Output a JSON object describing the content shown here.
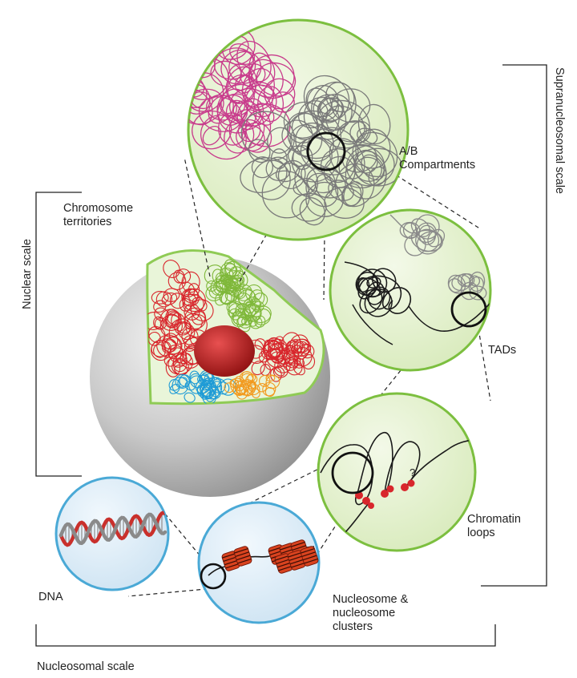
{
  "labels": {
    "ab_compartments": "A/B\nCompartments",
    "chromosome_territories": "Chromosome\nterritories",
    "tads": "TADs",
    "chromatin_loops": "Chromatin\nloops",
    "dna": "DNA",
    "nucleosome_clusters": "Nucleosome &\nnucleosome\nclusters",
    "question_mark": "?"
  },
  "scales": {
    "nuclear": "Nuclear scale",
    "supranucleosomal": "Supranucleosomal scale",
    "nucleosomal": "Nucleosomal scale"
  },
  "colors": {
    "green_circle_fill": "#e4f1cf",
    "green_circle_stroke": "#7cbf3f",
    "blue_circle_fill": "#deedf7",
    "blue_circle_stroke": "#4aa9d6",
    "territory_red": "#d8262c",
    "territory_green": "#7fb83a",
    "territory_blue": "#1e9bd6",
    "territory_orange": "#f29a1f",
    "compartment_magenta": "#c83c8c",
    "chromatin_gray": "#7a7a7a",
    "nucleolus": "#b51c1c"
  }
}
